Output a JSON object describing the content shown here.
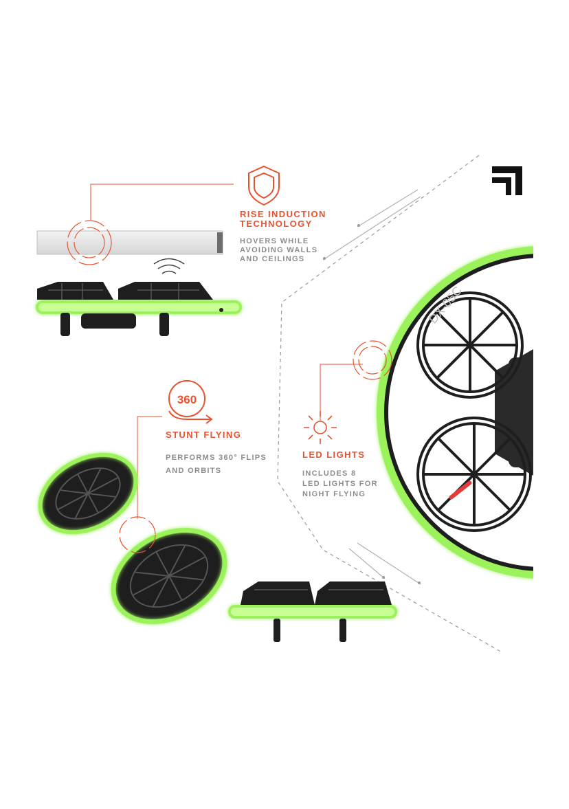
{
  "features": [
    {
      "id": "rise",
      "title": "RISE INDUCTION\nTECHNOLOGY",
      "desc": "HOVERS WHILE\nAVOIDING WALLS\nAND CEILINGS",
      "icon": "shield-icon"
    },
    {
      "id": "stunt",
      "title": "STUNT FLYING",
      "desc": "PERFORMS 360° FLIPS\nAND ORBITS",
      "icon": "flip-360-icon",
      "badge": "360"
    },
    {
      "id": "led",
      "title": "LED LIGHTS",
      "desc": "INCLUDES 8\nLED LIGHTS FOR\nNIGHT FLYING",
      "icon": "light-burst-icon"
    }
  ],
  "product": {
    "model_label": "DX-05C"
  },
  "brand": {
    "logo_icon": "bracket-logo-icon"
  },
  "colors": {
    "accent": "#e8512e",
    "text_gray": "#8c8c8c",
    "led_green": "#9cf25a",
    "drone_black": "#1e1e1e"
  }
}
